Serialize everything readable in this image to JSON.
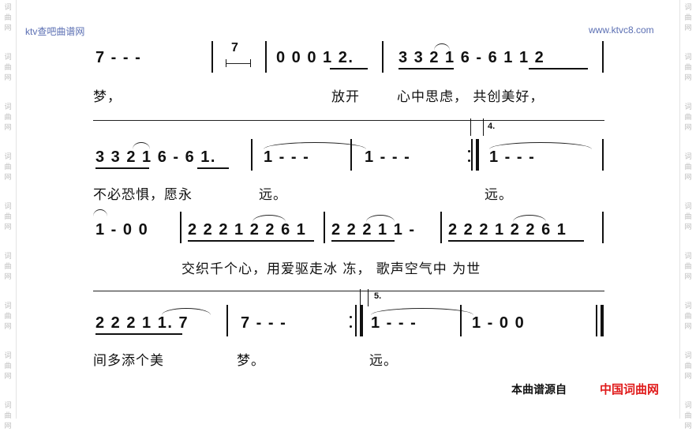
{
  "watermark": {
    "left_text": "ktv查吧曲谱网",
    "right_text": "www.ktvc8.com",
    "edge_chars": [
      "词",
      "曲",
      "网",
      "词",
      "曲",
      "网",
      "词",
      "曲",
      "网",
      "词",
      "曲",
      "网",
      "词",
      "曲",
      "网",
      "词",
      "曲",
      "网",
      "词",
      "曲",
      "网",
      "词",
      "曲",
      "网",
      "词",
      "曲",
      "网"
    ]
  },
  "score": {
    "rows": [
      {
        "notes_a": "7 - - -",
        "measure_rest_count": "7",
        "notes_b": "0 0 0 1 2.",
        "notes_c": "3 3 2 1 6 - 6 1 1 2",
        "lyrics_a": "梦，",
        "lyrics_b": "放开",
        "lyrics_c": "心中思虑，  共创美好，"
      },
      {
        "notes_a": "3 3 2 1 6 - 6 1.",
        "notes_b": "1 - - -",
        "notes_c": "1 - - -",
        "notes_d": "1 - - -",
        "volta": "4.",
        "lyrics_a": "不必恐惧，愿永",
        "lyrics_b": "远。",
        "lyrics_c": "远。"
      },
      {
        "notes_a": "1 - 0 0",
        "notes_b": "2 2 2 1 2 2 6 1",
        "notes_c": "2 2 2 1 1 -",
        "notes_d": "2 2 2 1 2 2 6 1",
        "lyrics_a": "交织千个心，用爱驱走冰  冻，  歌声空气中  为世"
      },
      {
        "notes_a": "2 2 2 1 1. 7",
        "notes_b": "7 - - -",
        "notes_c": "1 - - -",
        "notes_d": "1 - 0 0",
        "volta": "5.",
        "lyrics_a": "间多添个美",
        "lyrics_b": "梦。",
        "lyrics_c": "远。"
      }
    ]
  },
  "footer": {
    "source_label": "本曲谱源自",
    "source_site": "中国词曲网"
  }
}
